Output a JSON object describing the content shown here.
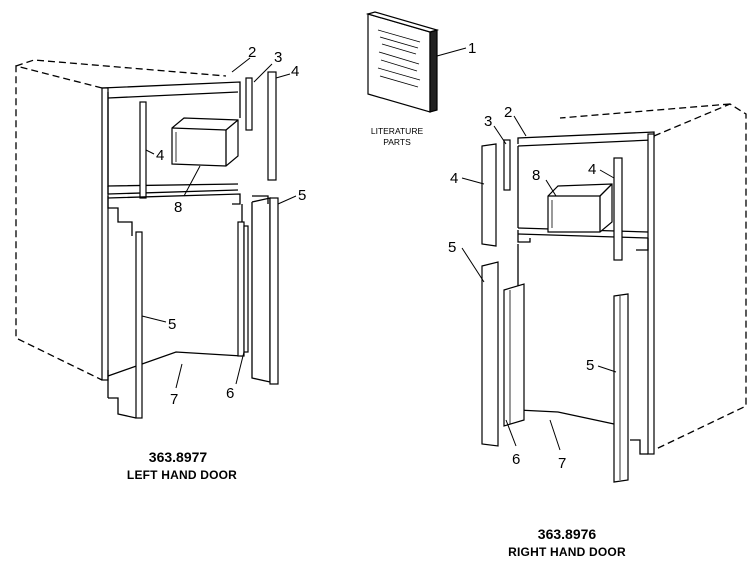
{
  "left_door": {
    "model_number": "363.8977",
    "caption": "LEFT HAND DOOR",
    "callouts": {
      "c2": "2",
      "c3": "3",
      "c4a": "4",
      "c4b": "4",
      "c5a": "5",
      "c5b": "5",
      "c6": "6",
      "c7": "7",
      "c8": "8"
    }
  },
  "right_door": {
    "model_number": "363.8976",
    "caption": "RIGHT HAND DOOR",
    "callouts": {
      "c2": "2",
      "c3": "3",
      "c4a": "4",
      "c4b": "4",
      "c5a": "5",
      "c5b": "5",
      "c6": "6",
      "c7": "7",
      "c8": "8"
    }
  },
  "literature": {
    "callout": "1",
    "label_line1": "LITERATURE",
    "label_line2": "PARTS"
  }
}
